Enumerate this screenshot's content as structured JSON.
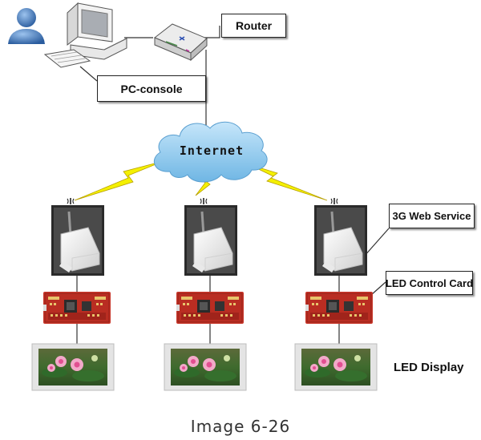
{
  "labels": {
    "router": "Router",
    "pc_console": "PC-console",
    "internet": "Internet",
    "web_service": "3G Web Service",
    "control_card": "LED Control Card",
    "led_display": "LED Display"
  },
  "caption": "Image 6-26",
  "colors": {
    "cloud_fill": "#9fd0ef",
    "lightning": "#f4f000",
    "card_red": "#c8362a",
    "user_blue": "#3b6fb0"
  },
  "icons": [
    "user-icon",
    "computer-icon",
    "router-icon",
    "cloud-icon",
    "wireless-modem-icon",
    "control-card-icon",
    "led-display-icon"
  ]
}
